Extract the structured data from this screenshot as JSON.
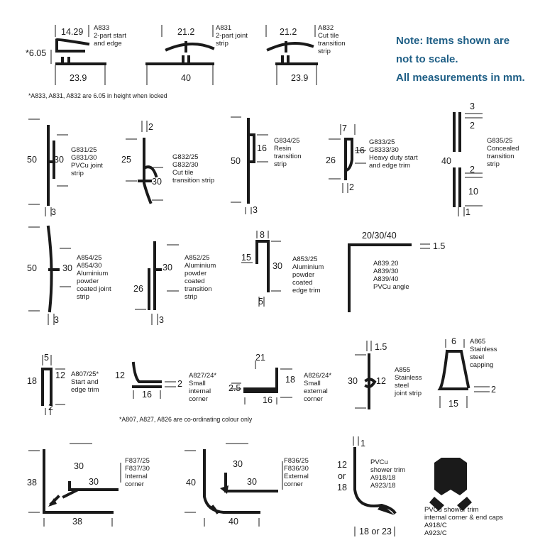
{
  "note": [
    "Note: Items shown are",
    "not to scale.",
    "All measurements in mm."
  ],
  "footnotes": {
    "top": "*A833, A831, A832 are 6.05 in height when locked",
    "middle": "*A807, A827, A826 are co-ordinating colour only"
  },
  "products": {
    "a833": {
      "label": "A833\n2-part start\nand edge",
      "dims": [
        "14.29",
        "*6.05",
        "23.9"
      ]
    },
    "a831": {
      "label": "A831\n2-part joint\nstrip",
      "dims": [
        "21.2",
        "40"
      ]
    },
    "a832": {
      "label": "A832\nCut tile\ntransition\nstrip",
      "dims": [
        "21.2",
        "23.9"
      ]
    },
    "g831": {
      "label": "G831/25\nG831/30\nPVCu joint\nstrip",
      "dims": [
        "50",
        "30",
        "3"
      ]
    },
    "g832": {
      "label": "G832/25\nG832/30\nCut tile\ntransition strip",
      "dims": [
        "2",
        "25",
        "30"
      ]
    },
    "g834": {
      "label": "G834/25\nResin\ntransition\nstrip",
      "dims": [
        "50",
        "16",
        "3"
      ]
    },
    "g833": {
      "label": "G833/25\nG8333/30\nHeavy duty start\nand edge trim",
      "dims": [
        "7",
        "26",
        "16",
        "2"
      ]
    },
    "g835": {
      "label": "G835/25\nConcealed\ntransition\nstrip",
      "dims": [
        "3",
        "2",
        "40",
        "2",
        "10",
        "1"
      ]
    },
    "a854": {
      "label": "A854/25\nA854/30\nAluminium\npowder\ncoated joint\nstrip",
      "dims": [
        "50",
        "30",
        "3"
      ]
    },
    "a852": {
      "label": "A852/25\nAluminium\npowder\ncoated\ntransition\nstrip",
      "dims": [
        "30",
        "26",
        "3"
      ]
    },
    "a853": {
      "label": "A853/25\nAluminium\npowder\ncoated\nedge trim",
      "dims": [
        "8",
        "15",
        "30",
        "5"
      ]
    },
    "a839": {
      "label": "A839.20\nA839/30\nA839/40\nPVCu angle",
      "dims": [
        "20/30/40",
        "1.5"
      ]
    },
    "a807": {
      "label": "A807/25*\nStart and\nedge trim",
      "dims": [
        "5",
        "18",
        "12",
        "2"
      ]
    },
    "a827": {
      "label": "A827/24*\nSmall\ninternal\ncorner",
      "dims": [
        "12",
        "16",
        "2"
      ]
    },
    "a826": {
      "label": "A826/24*\nSmall\nexternal\ncorner",
      "dims": [
        "21",
        "18",
        "2.5",
        "16"
      ]
    },
    "a855": {
      "label": "A855\nStainless\nsteel\njoint strip",
      "dims": [
        "1.5",
        "30",
        "12"
      ]
    },
    "a865": {
      "label": "A865\nStainless\nsteel\ncapping",
      "dims": [
        "6",
        "2",
        "15"
      ]
    },
    "f837": {
      "label": "F837/25\nF837/30\nInternal\ncorner",
      "dims": [
        "30",
        "38",
        "30",
        "38"
      ]
    },
    "f836": {
      "label": "F836/25\nF836/30\nExternal\ncorner",
      "dims": [
        "30",
        "40",
        "30",
        "40"
      ]
    },
    "a918": {
      "label": "PVCu\nshower trim\nA918/18\nA923/18",
      "dims": [
        "1",
        "12",
        "or",
        "18",
        "18 or 23"
      ]
    },
    "a918c": {
      "label": "PVCu shower trim\ninternal corner & end caps\nA918/C\nA923/C"
    }
  }
}
